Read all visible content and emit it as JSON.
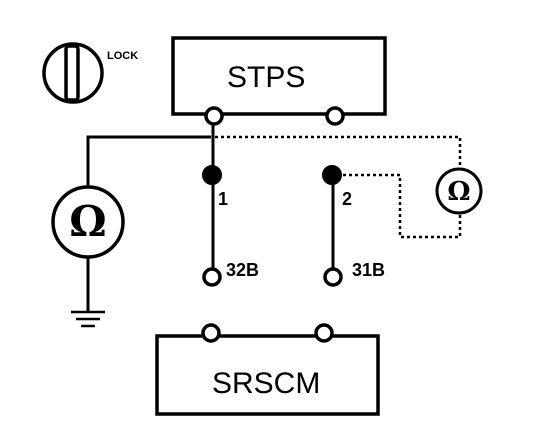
{
  "lock_label": "LOCK",
  "stps_label": "STPS",
  "srscm_label": "SRSCM",
  "pins": {
    "pin1": "1",
    "pin2": "2",
    "pin32b": "32B",
    "pin31b": "31B"
  },
  "meter_symbol": "Ω",
  "colors": {
    "line": "#000000",
    "background": "#ffffff"
  },
  "icons": {
    "ignition": "ignition-key-icon",
    "meter": "ohmmeter-icon",
    "ground": "ground-icon"
  }
}
